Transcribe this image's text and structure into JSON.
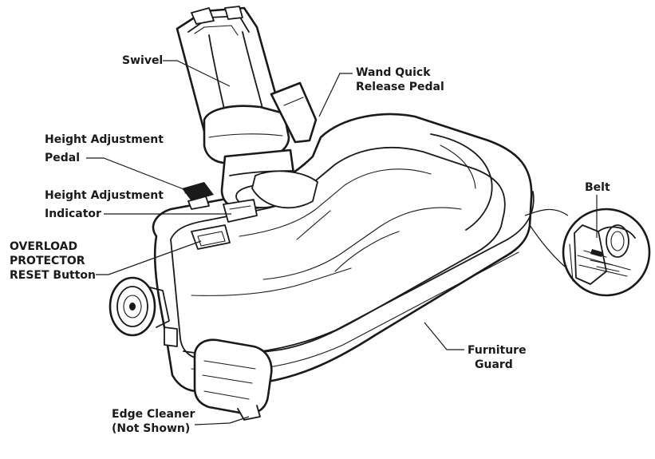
{
  "labels": {
    "swivel": "Swivel",
    "wand_quick_release_line1": "Wand Quick",
    "wand_quick_release_line2": "Release Pedal",
    "height_pedal_line1": "Height Adjustment",
    "height_pedal_line2": "Pedal",
    "height_indicator_line1": "Height Adjustment",
    "height_indicator_line2": "Indicator",
    "overload_line1": "OVERLOAD",
    "overload_line2": "PROTECTOR",
    "overload_line3": "RESET Button",
    "belt": "Belt",
    "furniture_guard_line1": "Furniture",
    "furniture_guard_line2": "Guard",
    "edge_cleaner_line1": "Edge Cleaner",
    "edge_cleaner_line2": "(Not Shown)"
  }
}
